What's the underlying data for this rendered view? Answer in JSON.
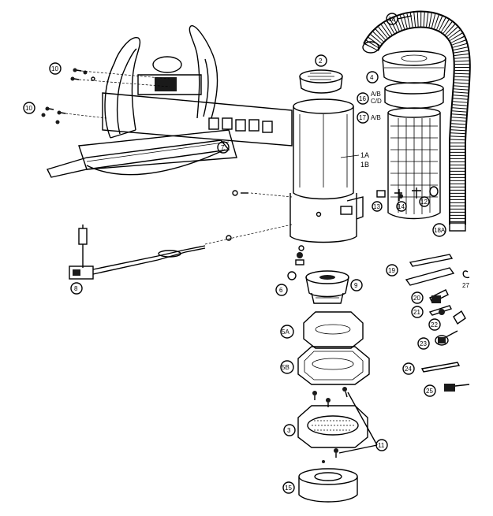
{
  "callouts": {
    "c2": "2",
    "c3": "3",
    "c4": "4",
    "c5a": "5A",
    "c5b": "5B",
    "c6": "6",
    "c7": "7",
    "c8": "8",
    "c9": "9",
    "c10a": "10",
    "c10b": "10",
    "c11": "11",
    "c12": "12",
    "c13": "13",
    "c14": "14",
    "c15": "15",
    "c16": "16",
    "c17": "17",
    "c18": "18",
    "c18a": "18A",
    "c19": "19",
    "c20": "20",
    "c21": "21",
    "c22": "22",
    "c23": "23",
    "c24": "24",
    "c25": "25",
    "c27": "27"
  },
  "labels": {
    "l1a": "1A",
    "l1b": "1B",
    "l16ab": "A/B",
    "l16cd": "C/D",
    "l17ab": "A/B"
  }
}
